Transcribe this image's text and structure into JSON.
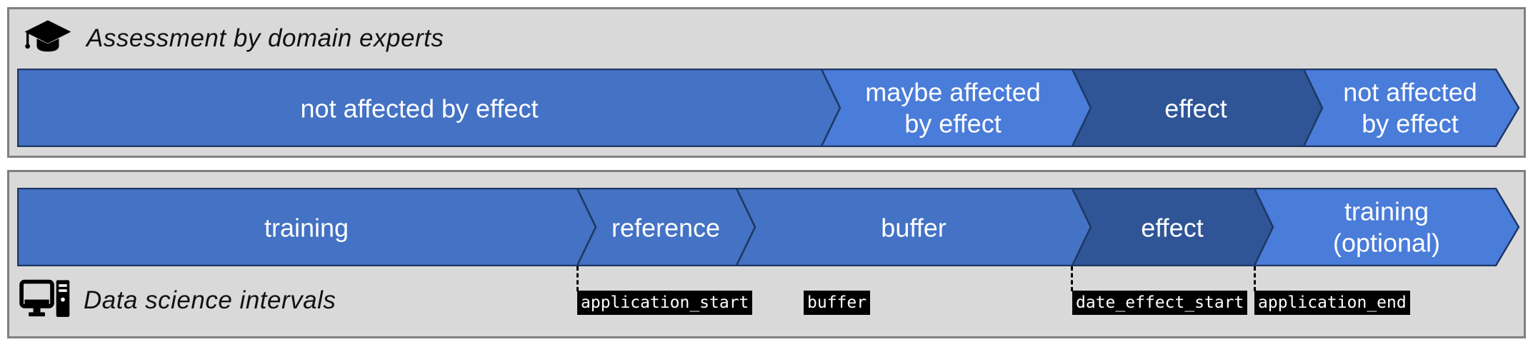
{
  "colors": {
    "panel_bg": "#D9D9D9",
    "panel_border": "#808080",
    "base": "#4472C4",
    "light": "#4A7CD9",
    "dark": "#2F5597",
    "outline": "#1F3864",
    "marker_bg": "#000000",
    "marker_fg": "#FFFFFF",
    "title_fg": "#111111",
    "label_fg": "#FFFFFF"
  },
  "expert_panel": {
    "title": "Assessment by domain experts",
    "icon": "graduation-cap-icon",
    "segments": [
      {
        "lines": [
          "not affected by effect"
        ],
        "tone": "base"
      },
      {
        "lines": [
          "maybe affected",
          "by effect"
        ],
        "tone": "light"
      },
      {
        "lines": [
          "effect"
        ],
        "tone": "dark"
      },
      {
        "lines": [
          "not affected",
          "by effect"
        ],
        "tone": "light"
      }
    ]
  },
  "data_science_panel": {
    "title": "Data science intervals",
    "icon": "computer-icon",
    "segments": [
      {
        "lines": [
          "training"
        ],
        "tone": "base"
      },
      {
        "lines": [
          "reference"
        ],
        "tone": "base"
      },
      {
        "lines": [
          "buffer"
        ],
        "tone": "base"
      },
      {
        "lines": [
          "effect"
        ],
        "tone": "dark"
      },
      {
        "lines": [
          "training",
          "(optional)"
        ],
        "tone": "light"
      }
    ],
    "markers": [
      {
        "label": "application_start",
        "has_dash": true
      },
      {
        "label": "buffer",
        "has_dash": false
      },
      {
        "label": "date_effect_start",
        "has_dash": true
      },
      {
        "label": "application_end",
        "has_dash": true
      }
    ]
  }
}
